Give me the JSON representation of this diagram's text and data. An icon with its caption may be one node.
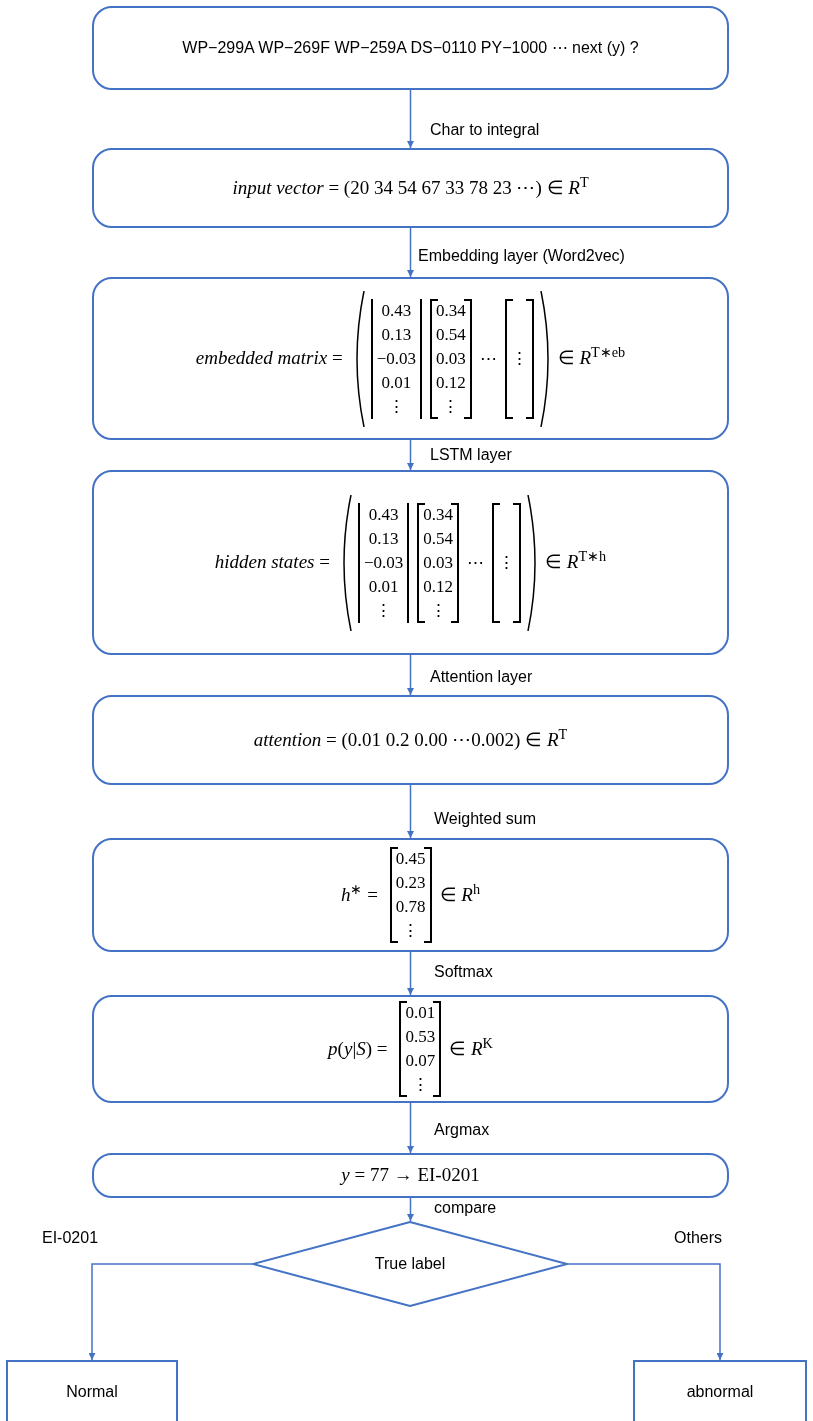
{
  "diagram": {
    "nodes": [
      {
        "text": [
          "WP−299A WP−269F WP−259A DS−0110 PY−1000 ⋯ next (y) ?"
        ]
      },
      {
        "text": [
          "*input vector* = (20 34 54 67 33 78 23 ⋯) ∈ *R*$^{T}$"
        ]
      },
      {
        "text": [
          "*embedded matrix* =",
          "0.43 0.13 −0.03 0.01 ⋮",
          "0.34 0.54 0.03 0.12 ⋮",
          "⋯",
          "⋮",
          "∈ *R*$^{T∗eb}$"
        ]
      },
      {
        "text": [
          "*hidden states* =",
          "0.43 0.13 −0.03 0.01 ⋮",
          "0.34 0.54 0.03 0.12 ⋮",
          "⋯",
          "⋮",
          "∈ *R*$^{T∗h}$"
        ]
      },
      {
        "text": [
          "*attention* = (0.01 0.2 0.00 ⋯0.002) ∈ *R*$^{T}$"
        ]
      },
      {
        "text": [
          "*h*$^{∗}$ =",
          "0.45 0.23 0.78 ⋮",
          "∈ *R*$^{h}$"
        ]
      },
      {
        "text": [
          "*p*(*y*|*S*) =",
          "0.01 0.53 0.07 ⋮",
          "∈ *R*$^{K}$"
        ]
      },
      {
        "text": [
          "*y* = 77 → EI-0201"
        ]
      },
      {
        "text": [
          "True label"
        ]
      },
      {
        "text": [
          "Normal"
        ]
      },
      {
        "text": [
          "abnormal"
        ]
      }
    ],
    "edges": [
      {
        "from": 0,
        "to": 1,
        "arrow": "to",
        "label": "Char to integral"
      },
      {
        "from": 1,
        "to": 2,
        "arrow": "to",
        "label": "Embedding layer (Word2vec)"
      },
      {
        "from": 2,
        "to": 3,
        "arrow": "to",
        "label": "LSTM layer"
      },
      {
        "from": 3,
        "to": 4,
        "arrow": "to",
        "label": "Attention layer"
      },
      {
        "from": 4,
        "to": 5,
        "arrow": "to",
        "label": "Weighted sum"
      },
      {
        "from": 5,
        "to": 6,
        "arrow": "to",
        "label": "Softmax"
      },
      {
        "from": 6,
        "to": 7,
        "arrow": "to",
        "label": "Argmax"
      },
      {
        "from": 7,
        "to": 8,
        "arrow": "to",
        "label": "compare"
      },
      {
        "from": 8,
        "to": 9,
        "arrow": "to",
        "label": "EI-0201"
      },
      {
        "from": 8,
        "to": 10,
        "arrow": "to",
        "label": "Others"
      }
    ]
  }
}
